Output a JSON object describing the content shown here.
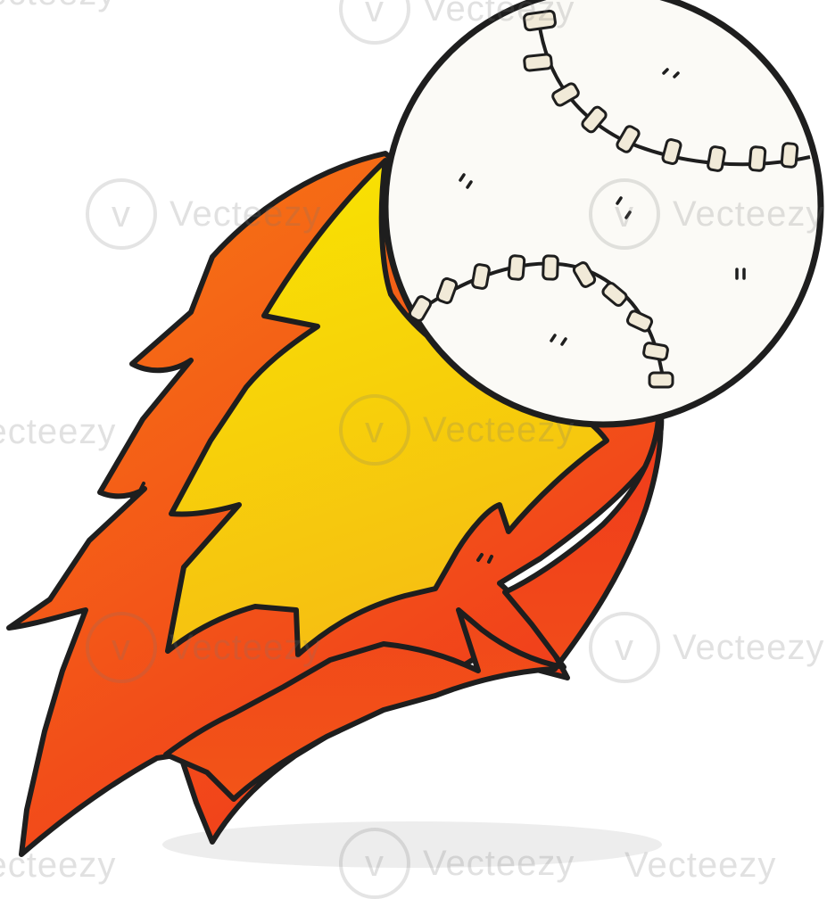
{
  "image": {
    "subject": "",
    "colors": {
      "outline": "#1e1e1e",
      "ball": "#fbfaf6",
      "stitch": "#f1ead8",
      "flame_outer_top": "#f77a13",
      "flame_outer_bottom": "#f03a1c",
      "flame_inner_top": "#f8e600",
      "flame_inner_bottom": "#f6bf12",
      "shadow": "#ededed"
    }
  },
  "watermark": {
    "text": "Vecteezy",
    "logo_glyph": "v",
    "crops": [
      "Vecteezy",
      "Vecteezy",
      "Vecteezy",
      "Vecteezy",
      "Vecteezy",
      "Vecteezy",
      "Vecteezy",
      "Vecteezy",
      "Vecteezy",
      "Vecteezy",
      "Vecteezy"
    ]
  }
}
